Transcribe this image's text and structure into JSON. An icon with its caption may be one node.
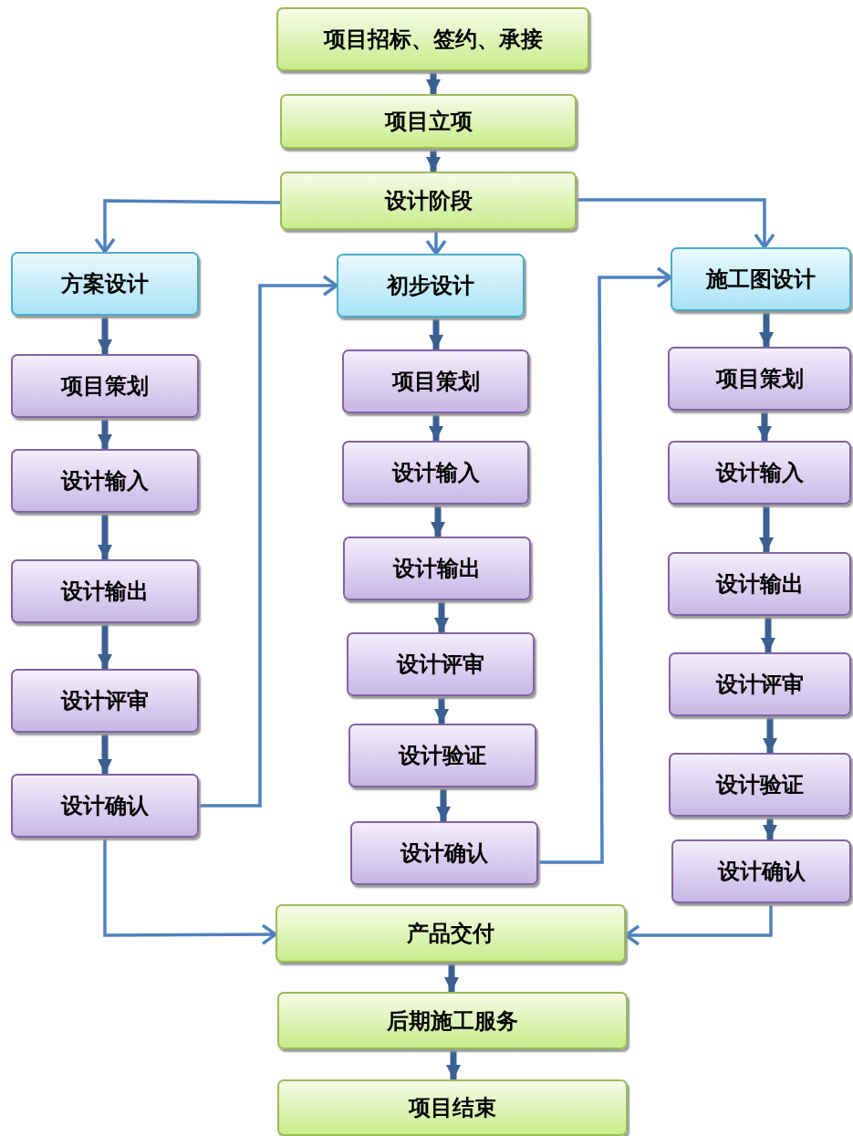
{
  "diagram": {
    "nodes": [
      {
        "text": [
          "项目招标、签约、承接"
        ]
      },
      {
        "text": [
          "项目立项"
        ]
      },
      {
        "text": [
          "设计阶段"
        ]
      },
      {
        "text": [
          "方案设计"
        ]
      },
      {
        "text": [
          "初步设计"
        ]
      },
      {
        "text": [
          "施工图设计"
        ]
      },
      {
        "text": [
          "项目策划"
        ]
      },
      {
        "text": [
          "设计输入"
        ]
      },
      {
        "text": [
          "设计输出"
        ]
      },
      {
        "text": [
          "设计评审"
        ]
      },
      {
        "text": [
          "设计确认"
        ]
      },
      {
        "text": [
          "项目策划"
        ]
      },
      {
        "text": [
          "设计输入"
        ]
      },
      {
        "text": [
          "设计输出"
        ]
      },
      {
        "text": [
          "设计评审"
        ]
      },
      {
        "text": [
          "设计验证"
        ]
      },
      {
        "text": [
          "设计确认"
        ]
      },
      {
        "text": [
          "项目策划"
        ]
      },
      {
        "text": [
          "设计输入"
        ]
      },
      {
        "text": [
          "设计输出"
        ]
      },
      {
        "text": [
          "设计评审"
        ]
      },
      {
        "text": [
          "设计验证"
        ]
      },
      {
        "text": [
          "设计确认"
        ]
      },
      {
        "text": [
          "产品交付"
        ]
      },
      {
        "text": [
          "后期施工服务"
        ]
      },
      {
        "text": [
          "项目结束"
        ]
      }
    ],
    "edges": [
      {
        "from": 0,
        "to": 1,
        "arrow": "to"
      },
      {
        "from": 1,
        "to": 2,
        "arrow": "to"
      },
      {
        "from": 2,
        "to": 3,
        "arrow": "to",
        "color": "#4f81bd"
      },
      {
        "from": 2,
        "to": 4,
        "arrow": "to",
        "color": "#4f81bd"
      },
      {
        "from": 2,
        "to": 5,
        "arrow": "to",
        "color": "#4f81bd"
      },
      {
        "from": 3,
        "to": 6,
        "arrow": "to"
      },
      {
        "from": 6,
        "to": 7,
        "arrow": "to"
      },
      {
        "from": 7,
        "to": 8,
        "arrow": "to"
      },
      {
        "from": 8,
        "to": 9,
        "arrow": "to"
      },
      {
        "from": 9,
        "to": 10,
        "arrow": "to"
      },
      {
        "from": 4,
        "to": 11,
        "arrow": "to"
      },
      {
        "from": 11,
        "to": 12,
        "arrow": "to"
      },
      {
        "from": 12,
        "to": 13,
        "arrow": "to"
      },
      {
        "from": 13,
        "to": 14,
        "arrow": "to"
      },
      {
        "from": 14,
        "to": 15,
        "arrow": "to"
      },
      {
        "from": 15,
        "to": 16,
        "arrow": "to"
      },
      {
        "from": 5,
        "to": 17,
        "arrow": "to"
      },
      {
        "from": 17,
        "to": 18,
        "arrow": "to"
      },
      {
        "from": 18,
        "to": 19,
        "arrow": "to"
      },
      {
        "from": 19,
        "to": 20,
        "arrow": "to"
      },
      {
        "from": 20,
        "to": 21,
        "arrow": "to"
      },
      {
        "from": 21,
        "to": 22,
        "arrow": "to"
      },
      {
        "from": 10,
        "to": 4,
        "arrow": "to",
        "color": "#4f81bd"
      },
      {
        "from": 16,
        "to": 5,
        "arrow": "to",
        "color": "#4f81bd"
      },
      {
        "from": 10,
        "to": 23,
        "arrow": "to",
        "color": "#4f81bd"
      },
      {
        "from": 22,
        "to": 23,
        "arrow": "to",
        "color": "#4f81bd"
      },
      {
        "from": 23,
        "to": 24,
        "arrow": "to"
      },
      {
        "from": 24,
        "to": 25,
        "arrow": "to"
      }
    ]
  }
}
